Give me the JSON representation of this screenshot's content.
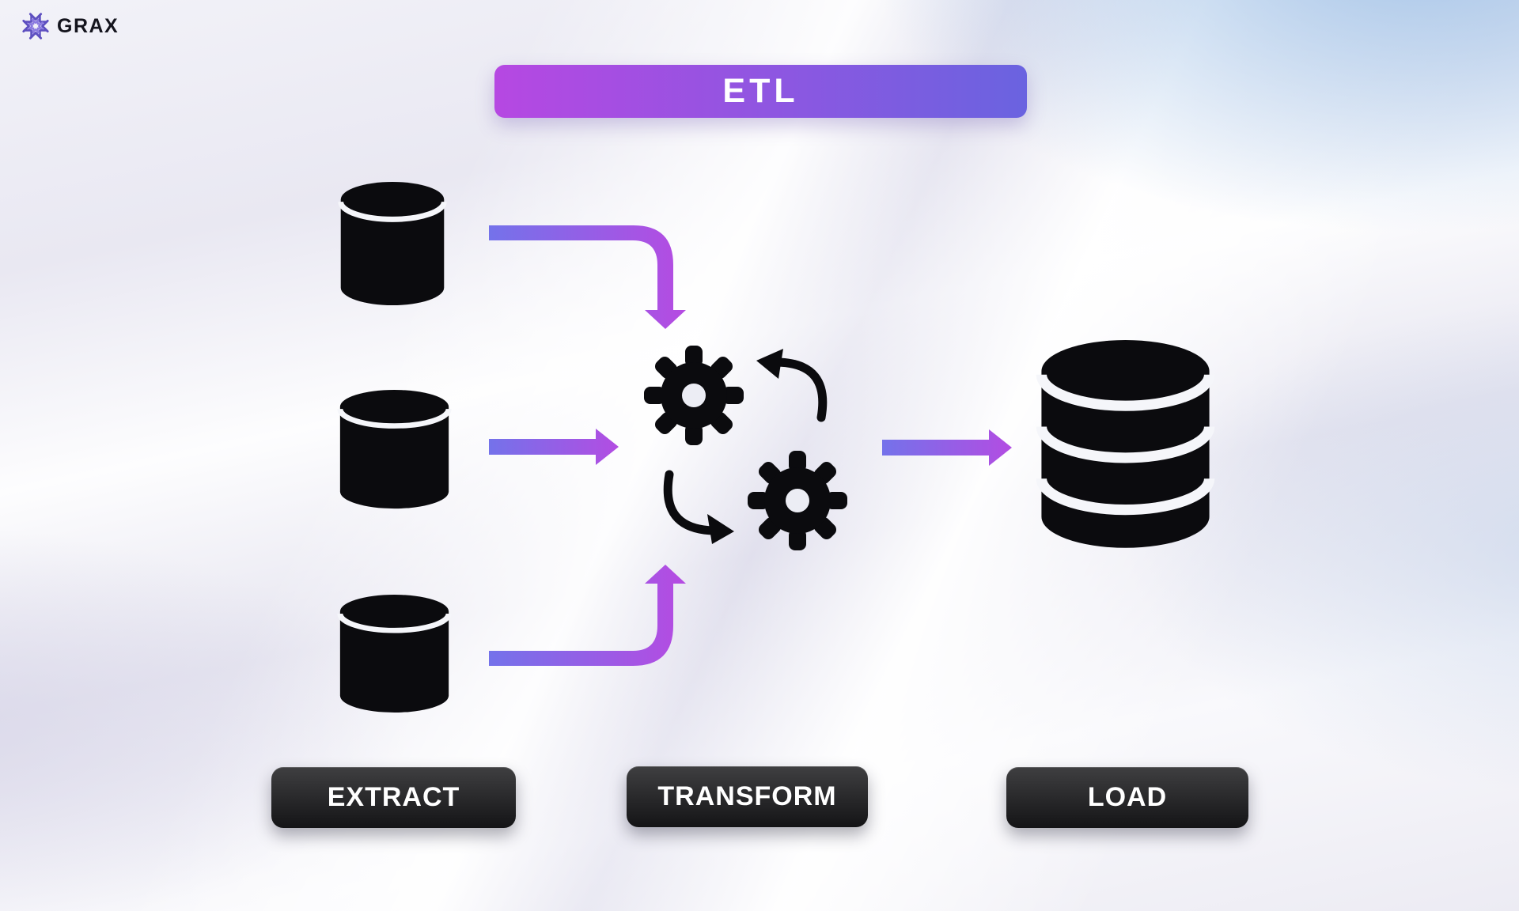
{
  "brand": {
    "name": "GRAX",
    "logo_icon": "grax-burst-icon"
  },
  "banner": {
    "label": "ETL"
  },
  "stages": {
    "extract": {
      "label": "EXTRACT",
      "icon": "database-cylinder-icon",
      "source_count": 3
    },
    "transform": {
      "label": "TRANSFORM",
      "icon": "gears-sync-icon"
    },
    "load": {
      "label": "LOAD",
      "icon": "database-stack-icon"
    }
  },
  "colors": {
    "banner_gradient_start": "#b648e2",
    "banner_gradient_end": "#6a63e0",
    "arrow_gradient_start": "#7472ea",
    "arrow_gradient_end": "#b44ce2",
    "icon_black": "#0b0b0e",
    "logo_purple": "#5d4fc0",
    "brand_text": "#14141d",
    "stage_pill_top": "#3f3f41",
    "stage_pill_bottom": "#141416",
    "bg_blue_tint": "#a4c4e8"
  }
}
